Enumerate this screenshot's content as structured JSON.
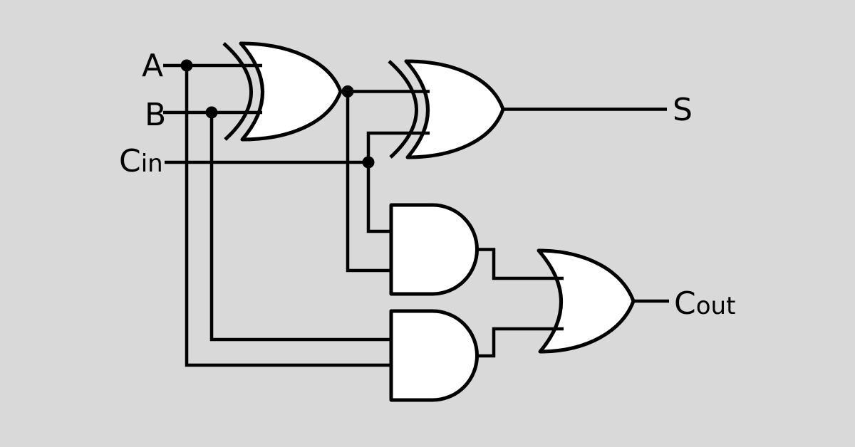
{
  "diagram": {
    "title": "full-adder-logic-circuit",
    "background_color": "#d9d9d9",
    "wire_color": "#000000",
    "gate_fill_color": "#ffffff",
    "labels": {
      "a": "A",
      "b": "B",
      "cin_main": "C",
      "cin_sub": "in",
      "s": "S",
      "cout_main": "C",
      "cout_sub": "out"
    },
    "gates": [
      {
        "id": "xor1",
        "type": "XOR",
        "inputs": [
          "A",
          "B"
        ],
        "output": "A xor B"
      },
      {
        "id": "xor2",
        "type": "XOR",
        "inputs": [
          "A xor B",
          "Cin"
        ],
        "output": "S"
      },
      {
        "id": "and1",
        "type": "AND",
        "inputs": [
          "Cin",
          "A xor B"
        ],
        "output": "to OR"
      },
      {
        "id": "and2",
        "type": "AND",
        "inputs": [
          "B",
          "A"
        ],
        "output": "to OR"
      },
      {
        "id": "or1",
        "type": "OR",
        "inputs": [
          "and1",
          "and2"
        ],
        "output": "Cout"
      }
    ],
    "junctions": [
      "A",
      "B",
      "Cin",
      "xor1-output"
    ]
  }
}
